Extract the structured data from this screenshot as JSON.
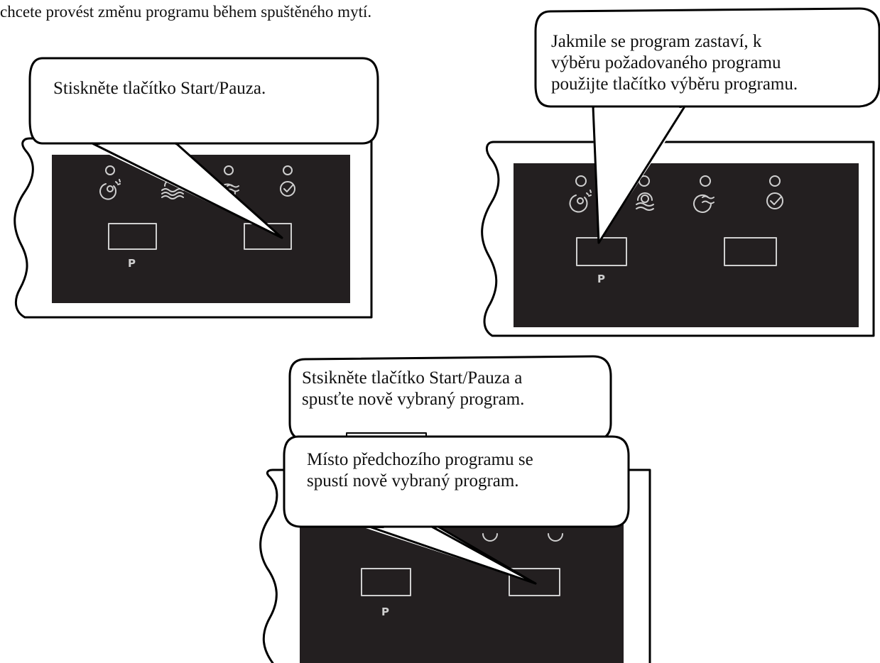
{
  "caption": "chcete provést změnu programu během spuštěného mytí.",
  "step1": {
    "bubble_text": "Stiskněte tlačítko Start/Pauza.",
    "program_button_label": "P"
  },
  "step2": {
    "bubble_lines": [
      "Jakmile se program zastaví, k",
      "výběru požadovaného programu",
      "použijte tlačítko výběru programu."
    ],
    "program_button_label": "P"
  },
  "step3": {
    "top_bubble_lines": [
      "Stsikněte tlačítko Start/Pauza a",
      "spusťte nově vybraný program."
    ],
    "bottom_bubble_lines": [
      "Místo předchozího programu se",
      "spustí nově vybraný program."
    ],
    "program_button_label": "P"
  },
  "colors": {
    "panel": "#231f20",
    "panel_icons": "#cfcfcf",
    "outline": "#000000"
  },
  "panel_icons": [
    "prewash-icon",
    "rinse-wave-icon",
    "dry-icon",
    "end-check-icon"
  ]
}
